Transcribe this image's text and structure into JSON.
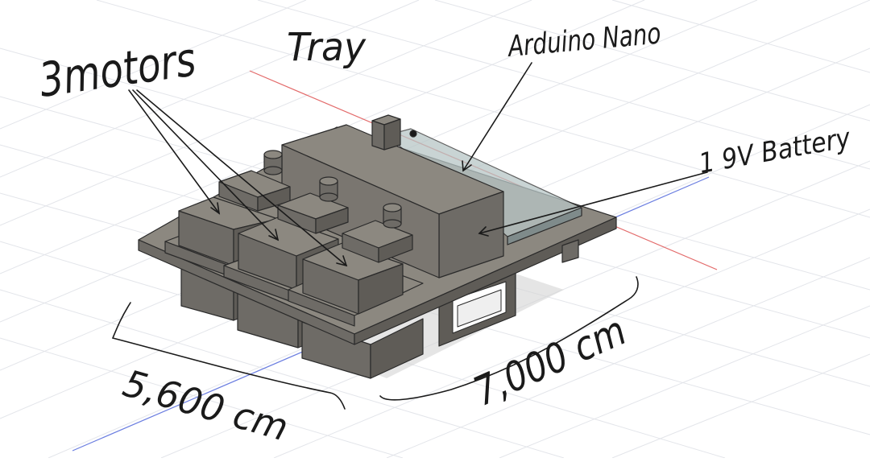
{
  "labels": {
    "motors": "3motors",
    "tray": "Tray",
    "arduino": "Arduino Nano",
    "battery": "1 9V Battery",
    "dim_width": "5,600 cm",
    "dim_depth": "7,000 cm"
  },
  "colors": {
    "background": "#ffffff",
    "grid": "#e6e8ec",
    "axis_red": "#e36a6a",
    "axis_blue": "#6a7de0",
    "body_top": "#8c8880",
    "body_left": "#6e6b66",
    "body_right": "#5f5c57",
    "edge": "#2a2a2a",
    "battery_fill": "#b8c6c6",
    "ink": "#1a1a1a"
  }
}
